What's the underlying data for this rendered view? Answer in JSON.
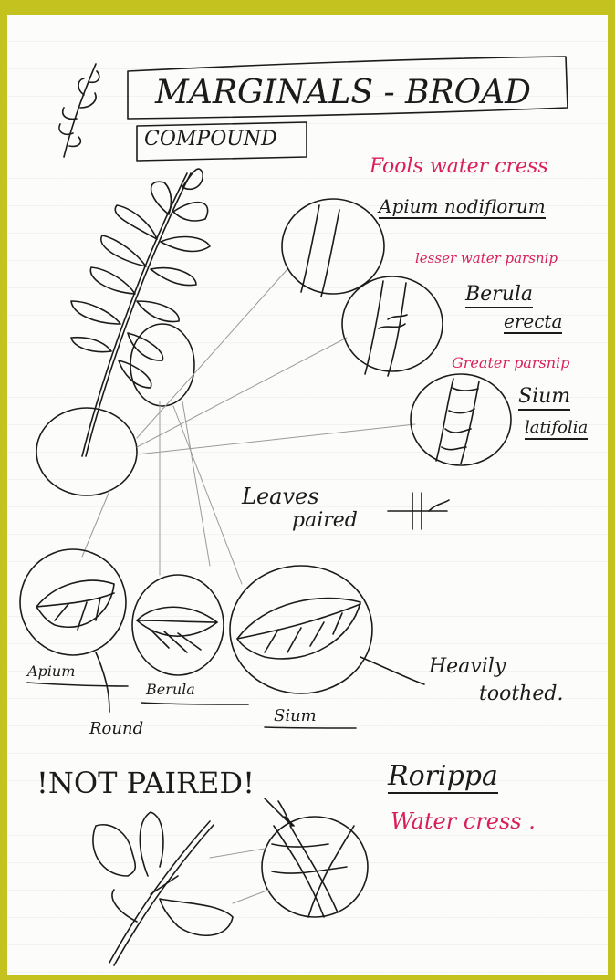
{
  "page": {
    "title": "MARGINALS - BROAD",
    "subtitle": "COMPOUND"
  },
  "species": [
    {
      "common": "Fools water cress",
      "latin": "Apium nodiflorum"
    },
    {
      "common": "lesser water parsnip",
      "latin_1": "Berula",
      "latin_2": "erecta"
    },
    {
      "common": "Greater parsnip",
      "latin_1": "Sium",
      "latin_2": "latifolia"
    }
  ],
  "notes": {
    "leaves_paired": "Leaves",
    "leaves_paired_2": "paired",
    "heavily_1": "Heavily",
    "heavily_2": "toothed."
  },
  "leaf_labels": {
    "apium": "Apium",
    "berula": "Berula",
    "sium": "Sium",
    "round": "Round"
  },
  "not_paired": {
    "heading": "!NOT PAIRED!",
    "latin": "Rorippa",
    "common": "Water cress ."
  },
  "colors": {
    "ink": "#1b1b1b",
    "pink": "#d81e5b",
    "border": "#c3c21f"
  }
}
